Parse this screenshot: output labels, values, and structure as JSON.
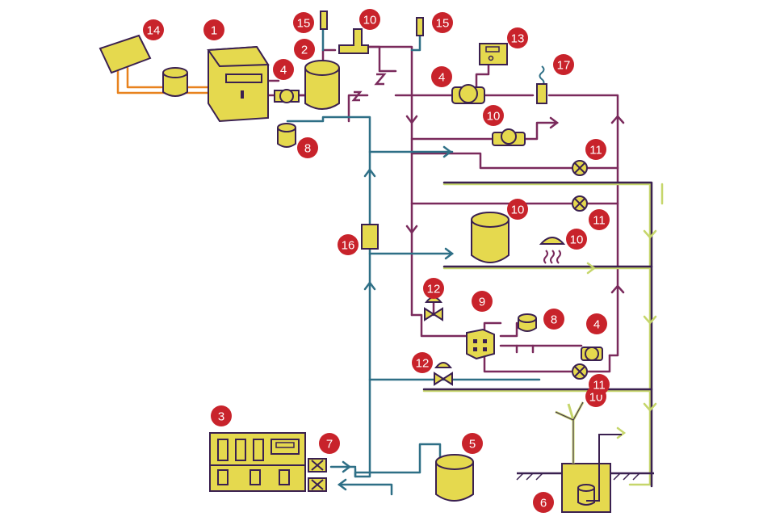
{
  "colors": {
    "hot_water": "#7a2a5c",
    "cold_water": "#2e6f86",
    "solar_loop": "#e8821e",
    "wastewater": "#c6d66b",
    "equipment": "#e5d94e",
    "outline": "#3a2050",
    "badge": "#c8232b",
    "badge_text": "#ffffff"
  },
  "badges": [
    "1",
    "2",
    "3",
    "4",
    "4",
    "4",
    "5",
    "6",
    "7",
    "8",
    "8",
    "9",
    "10",
    "10",
    "10",
    "10",
    "10",
    "11",
    "11",
    "11",
    "12",
    "12",
    "13",
    "14",
    "15",
    "15",
    "16",
    "17"
  ]
}
